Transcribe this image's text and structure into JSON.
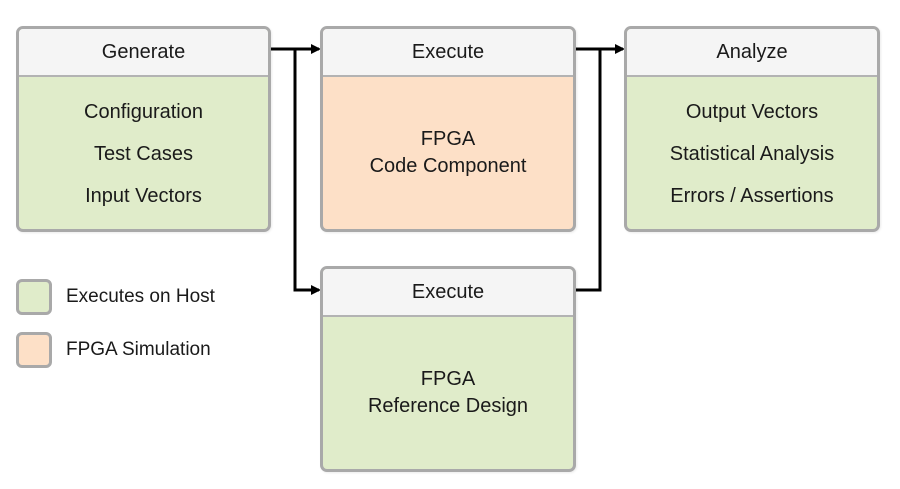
{
  "boxes": {
    "generate": {
      "title": "Generate",
      "items": [
        "Configuration",
        "Test Cases",
        "Input Vectors"
      ]
    },
    "execute_top": {
      "title": "Execute",
      "lines": [
        "FPGA",
        "Code Component"
      ]
    },
    "analyze": {
      "title": "Analyze",
      "items": [
        "Output Vectors",
        "Statistical Analysis",
        "Errors / Assertions"
      ]
    },
    "execute_bottom": {
      "title": "Execute",
      "lines": [
        "FPGA",
        "Reference Design"
      ]
    }
  },
  "legend": {
    "host": "Executes on Host",
    "fpga_sim": "FPGA Simulation"
  },
  "colors": {
    "host": "#e0ecca",
    "fpga_sim": "#fde0c7",
    "border": "#a9a9a9",
    "header": "#f5f5f5",
    "arrow": "#000000"
  }
}
